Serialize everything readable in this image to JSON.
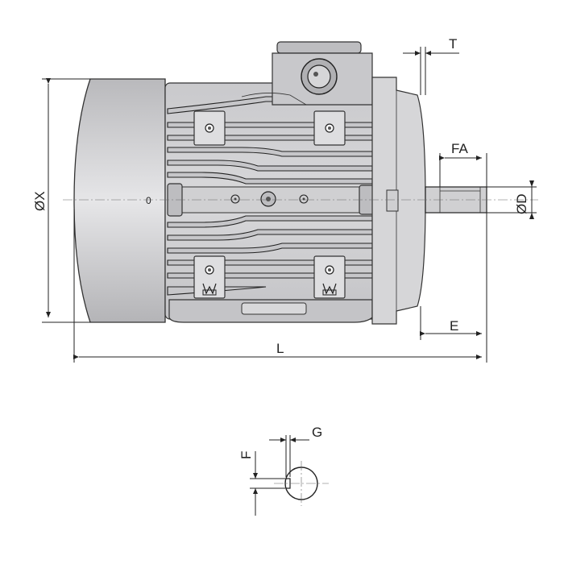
{
  "dimensions": {
    "T": "T",
    "FA": "FA",
    "D": "ØD",
    "X": "ØX",
    "E": "E",
    "L": "L",
    "G": "G",
    "F": "F"
  },
  "markers": {
    "center_mark": "0"
  }
}
